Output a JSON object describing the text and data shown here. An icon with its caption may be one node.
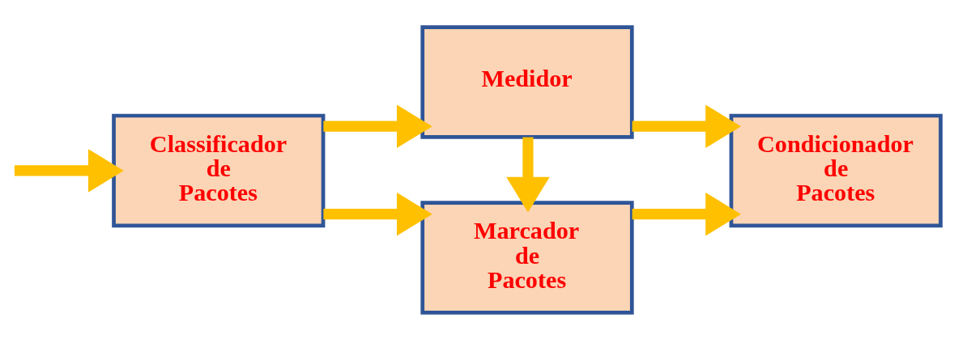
{
  "diagram": {
    "nodes": [
      {
        "text": [
          "Classificador de Pacotes"
        ]
      },
      {
        "text": [
          "Medidor"
        ]
      },
      {
        "text": [
          "Marcador de Pacotes"
        ]
      },
      {
        "text": [
          "Condicionador de Pacotes"
        ]
      }
    ],
    "edges": [
      {
        "from": null,
        "to": 0,
        "arrow": "to"
      },
      {
        "from": 0,
        "to": 1,
        "arrow": "to"
      },
      {
        "from": 0,
        "to": 2,
        "arrow": "to"
      },
      {
        "from": 1,
        "to": 2,
        "arrow": "to"
      },
      {
        "from": 1,
        "to": 3,
        "arrow": "to"
      },
      {
        "from": 2,
        "to": 3,
        "arrow": "to"
      }
    ]
  }
}
